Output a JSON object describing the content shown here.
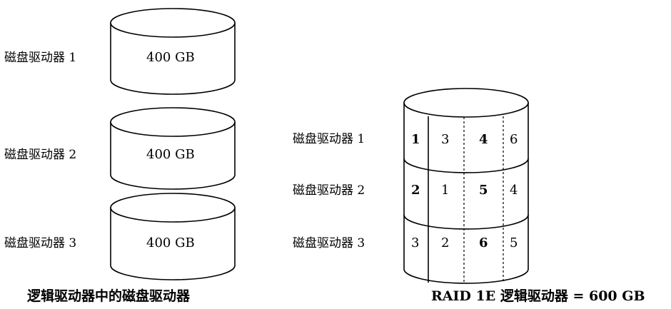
{
  "left": {
    "disks": [
      {
        "label": "磁盘驱动器 1",
        "capacity": "400 GB"
      },
      {
        "label": "磁盘驱动器 2",
        "capacity": "400 GB"
      },
      {
        "label": "磁盘驱动器 3",
        "capacity": "400 GB"
      }
    ],
    "caption": "逻辑驱动器中的磁盘驱动器"
  },
  "right": {
    "rows": [
      {
        "label": "磁盘驱动器 1",
        "cells": [
          "1",
          "3",
          "4",
          "6"
        ],
        "bold": [
          true,
          false,
          true,
          false
        ]
      },
      {
        "label": "磁盘驱动器 2",
        "cells": [
          "2",
          "1",
          "5",
          "4"
        ],
        "bold": [
          true,
          false,
          true,
          false
        ]
      },
      {
        "label": "磁盘驱动器 3",
        "cells": [
          "3",
          "2",
          "6",
          "5"
        ],
        "bold": [
          false,
          false,
          true,
          false
        ]
      }
    ],
    "caption": "RAID 1E 逻辑驱动器 = 600 GB"
  }
}
